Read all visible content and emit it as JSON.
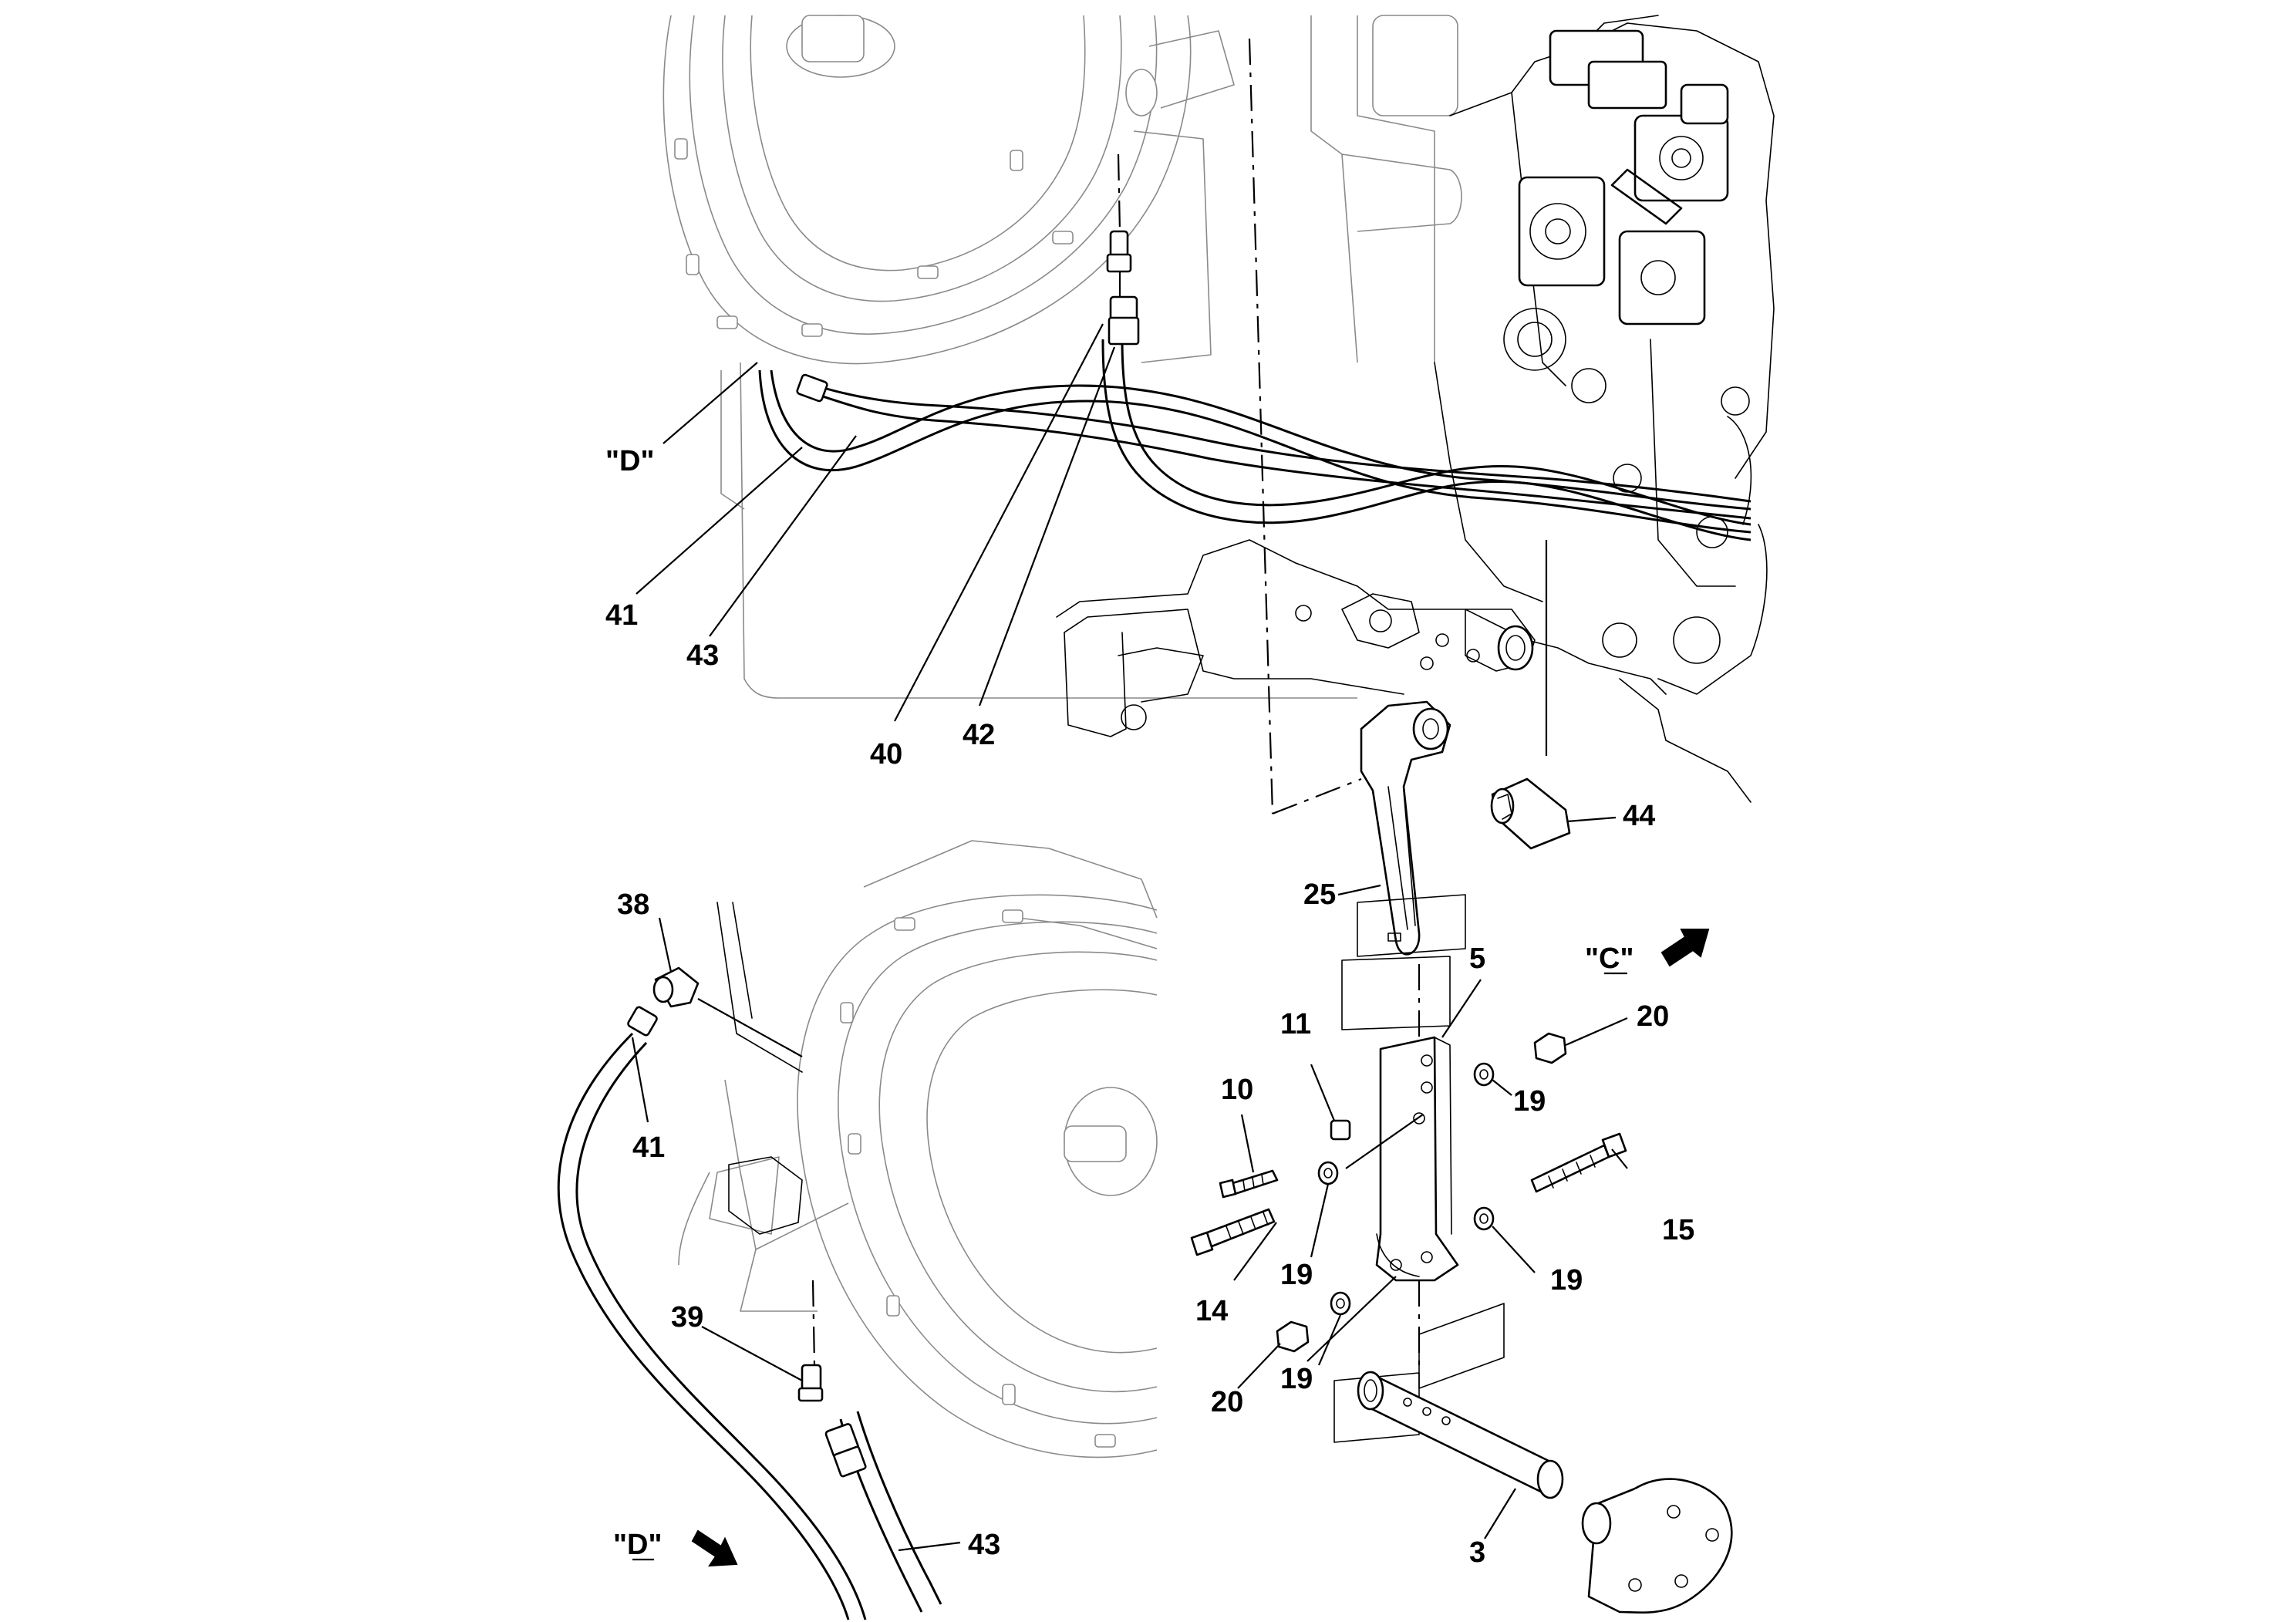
{
  "callouts": {
    "c41_top": "41",
    "c43_top": "43",
    "c40": "40",
    "c42": "42",
    "c44": "44",
    "c25": "25",
    "c5": "5",
    "c11": "11",
    "c20_top": "20",
    "c10": "10",
    "c19_a": "19",
    "c15": "15",
    "c19_b": "19",
    "c14": "14",
    "c19_c": "19",
    "c20_bot": "20",
    "c19_d": "19",
    "c3": "3",
    "c38": "38",
    "c41_bot": "41",
    "c39": "39",
    "c43_bot": "43"
  },
  "views": {
    "d_top": "\"D\"",
    "c_view": "\"C\"",
    "d_bottom": "\"D\""
  },
  "icons": {
    "view_arrow_c": "view-direction-arrow",
    "view_arrow_d": "view-direction-arrow"
  }
}
